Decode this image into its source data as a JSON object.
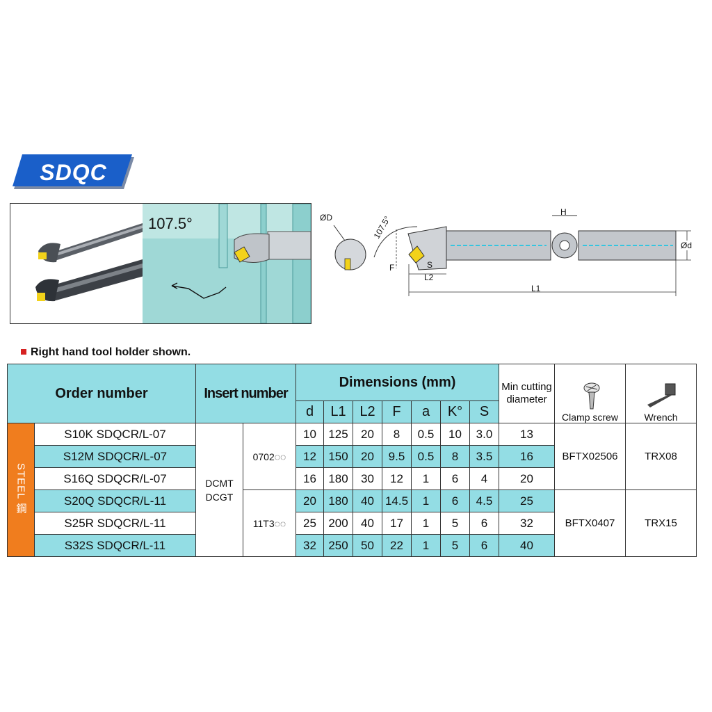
{
  "badge": {
    "label": "SDQC"
  },
  "photo": {
    "angle_label": "107.5°"
  },
  "diagram": {
    "dim_D": "ØD",
    "dim_angle": "107.5°",
    "dim_F": "F",
    "dim_S": "S",
    "dim_L2": "L2",
    "dim_L1": "L1",
    "dim_H": "H",
    "dim_d": "Ød"
  },
  "note": "Right hand tool holder shown.",
  "table": {
    "headers": {
      "order": "Order number",
      "insert": "Insert number",
      "dimensions": "Dimensions (mm)",
      "min_cut": "Min cutting diameter",
      "clamp": "Clamp screw",
      "wrench": "Wrench"
    },
    "dim_cols": [
      "d",
      "L1",
      "L2",
      "F",
      "a",
      "K°",
      "S"
    ],
    "side_label": "STEEL 鋼",
    "insert_type": [
      "DCMT",
      "DCGT"
    ],
    "insert_codes": [
      "0702◌◌",
      "11T3◌◌"
    ],
    "clamp_screws": [
      "BFTX02506",
      "BFTX0407"
    ],
    "wrenches": [
      "TRX08",
      "TRX15"
    ],
    "rows": [
      {
        "order": "S10K SDQCR/L-07",
        "d": "10",
        "L1": "125",
        "L2": "20",
        "F": "8",
        "a": "0.5",
        "K": "10",
        "S": "3.0",
        "min": "13"
      },
      {
        "order": "S12M SDQCR/L-07",
        "d": "12",
        "L1": "150",
        "L2": "20",
        "F": "9.5",
        "a": "0.5",
        "K": "8",
        "S": "3.5",
        "min": "16"
      },
      {
        "order": "S16Q SDQCR/L-07",
        "d": "16",
        "L1": "180",
        "L2": "30",
        "F": "12",
        "a": "1",
        "K": "6",
        "S": "4",
        "min": "20"
      },
      {
        "order": "S20Q SDQCR/L-11",
        "d": "20",
        "L1": "180",
        "L2": "40",
        "F": "14.5",
        "a": "1",
        "K": "6",
        "S": "4.5",
        "min": "25"
      },
      {
        "order": "S25R SDQCR/L-11",
        "d": "25",
        "L1": "200",
        "L2": "40",
        "F": "17",
        "a": "1",
        "K": "5",
        "S": "6",
        "min": "32"
      },
      {
        "order": "S32S SDQCR/L-11",
        "d": "32",
        "L1": "250",
        "L2": "50",
        "F": "22",
        "a": "1",
        "K": "5",
        "S": "6",
        "min": "40"
      }
    ]
  },
  "colors": {
    "badge_blue": "#1a5fc9",
    "table_cyan": "#93dde4",
    "side_orange": "#f07d1e",
    "insert_yellow": "#f2d21a"
  }
}
